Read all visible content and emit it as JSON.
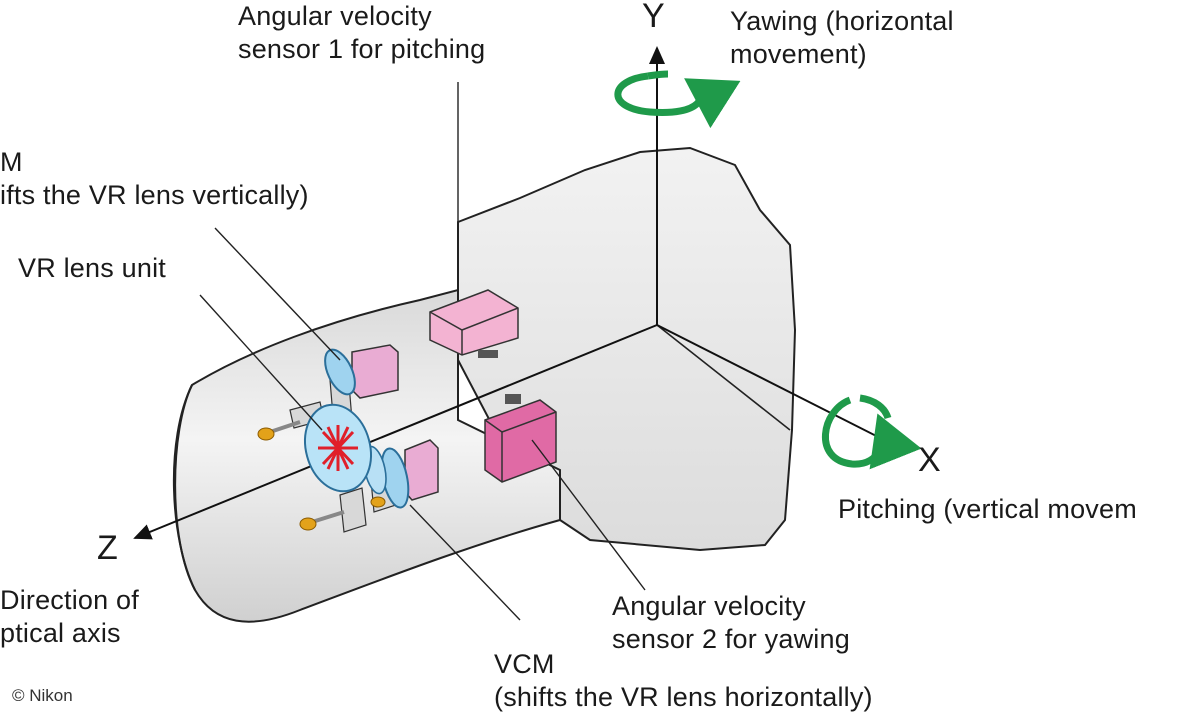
{
  "axes": {
    "y": "Y",
    "x": "X",
    "z": "Z"
  },
  "labels": {
    "sensor1_line1": "Angular velocity",
    "sensor1_line2": "sensor 1 for pitching",
    "yawing_line1": "Yawing (horizontal",
    "yawing_line2": "movement)",
    "vcm_top_line1": "M",
    "vcm_top_line2": "ifts the VR lens vertically)",
    "vr_lens_unit": "VR lens unit",
    "pitching": "Pitching (vertical movem",
    "optical_line1": "Direction of",
    "optical_line2": "ptical axis",
    "sensor2_line1": "Angular velocity",
    "sensor2_line2": "sensor 2 for yawing",
    "vcm_bottom_line1": "VCM",
    "vcm_bottom_line2": "(shifts the VR lens horizontally)"
  },
  "credit": "© Nikon",
  "colors": {
    "rotation_arrow": "#1f9a4a",
    "sensor": "#e889b8",
    "vcm": "#e6a9d2",
    "lens": "#9fd3ef",
    "actuator": "#e3a21a",
    "star": "#e0202a",
    "body_fill": "#ebebeb",
    "outline": "#222222"
  }
}
